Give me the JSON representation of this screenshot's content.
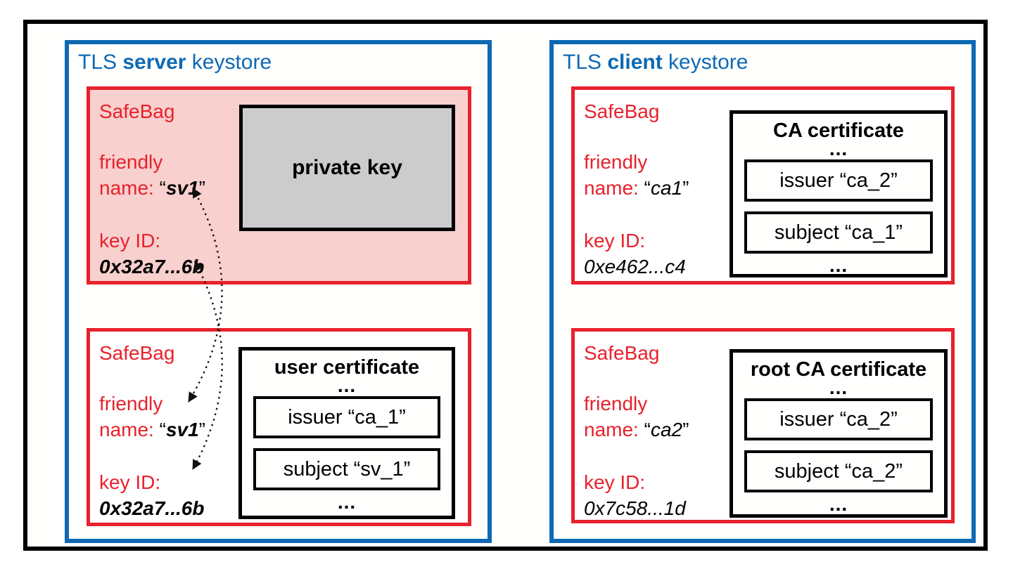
{
  "palette": {
    "red": "#e8212c",
    "pink": "#f8d0ce",
    "blue": "#0e69b4",
    "gray": "#cccccc"
  },
  "keystores": [
    {
      "name": "server",
      "title_pre": "TLS ",
      "title_bold": "server",
      "title_post": " keystore",
      "bags": [
        {
          "label": "SafeBag",
          "friendly_line1": "friendly",
          "friendly_label": "name: ",
          "quote_open": "“",
          "friendly_value": "sv1",
          "quote_close": "”",
          "key_id_label": "key ID:",
          "key_id_value": "0x32a7...6b",
          "content": {
            "kind": "private-key",
            "title": "private key"
          }
        },
        {
          "label": "SafeBag",
          "friendly_line1": "friendly",
          "friendly_label": "name: ",
          "quote_open": "“",
          "friendly_value": "sv1",
          "quote_close": "”",
          "key_id_label": "key ID:",
          "key_id_value": "0x32a7...6b",
          "content": {
            "kind": "certificate",
            "title": "user certificate",
            "dots_top": "...",
            "rows": [
              "issuer “ca_1”",
              "subject “sv_1”"
            ],
            "dots_bottom": "..."
          }
        }
      ]
    },
    {
      "name": "client",
      "title_pre": "TLS ",
      "title_bold": "client",
      "title_post": " keystore",
      "bags": [
        {
          "label": "SafeBag",
          "friendly_line1": "friendly",
          "friendly_label": "name: ",
          "quote_open": "“",
          "friendly_value": "ca1",
          "quote_close": "”",
          "key_id_label": "key ID:",
          "key_id_value": "0xe462...c4",
          "content": {
            "kind": "certificate",
            "title": "CA certificate",
            "dots_top": "...",
            "rows": [
              "issuer “ca_2”",
              "subject “ca_1”"
            ],
            "dots_bottom": "..."
          }
        },
        {
          "label": "SafeBag",
          "friendly_line1": "friendly",
          "friendly_label": "name: ",
          "quote_open": "“",
          "friendly_value": "ca2",
          "quote_close": "”",
          "key_id_label": "key ID:",
          "key_id_value": "0x7c58...1d",
          "content": {
            "kind": "certificate",
            "title": "root CA certificate",
            "dots_top": "...",
            "rows": [
              "issuer “ca_2”",
              "subject “ca_2”"
            ],
            "dots_bottom": "..."
          }
        }
      ]
    }
  ]
}
